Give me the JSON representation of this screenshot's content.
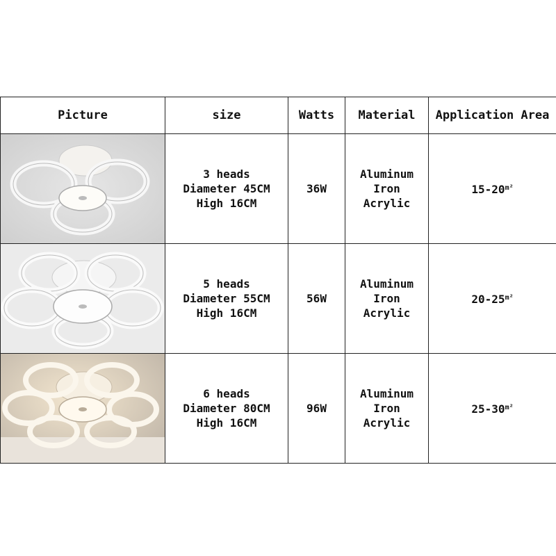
{
  "table": {
    "headers": [
      "Picture",
      "size",
      "Watts",
      "Material",
      "Application Area"
    ],
    "rows": [
      {
        "picture_alt": "3-head white ring ceiling lamp",
        "size": [
          "3 heads",
          "Diameter 45CM",
          "High 16CM"
        ],
        "watts": "36W",
        "material": [
          "Aluminum",
          "Iron",
          "Acrylic"
        ],
        "area": "15-20",
        "area_unit": "m²"
      },
      {
        "picture_alt": "5-head white ring ceiling lamp",
        "size": [
          "5 heads",
          "Diameter 55CM",
          "High 16CM"
        ],
        "watts": "56W",
        "material": [
          "Aluminum",
          "Iron",
          "Acrylic"
        ],
        "area": "20-25",
        "area_unit": "m²"
      },
      {
        "picture_alt": "6-head white ring ceiling lamp",
        "size": [
          "6 heads",
          "Diameter 80CM",
          "High 16CM"
        ],
        "watts": "96W",
        "material": [
          "Aluminum",
          "Iron",
          "Acrylic"
        ],
        "area": "25-30",
        "area_unit": "m²"
      }
    ]
  },
  "colors": {
    "border": "#222222",
    "photo_bg_1": "#d9d9d9",
    "photo_bg_2": "#e8e8e8",
    "photo_bg_3": "#d8cfc2"
  }
}
